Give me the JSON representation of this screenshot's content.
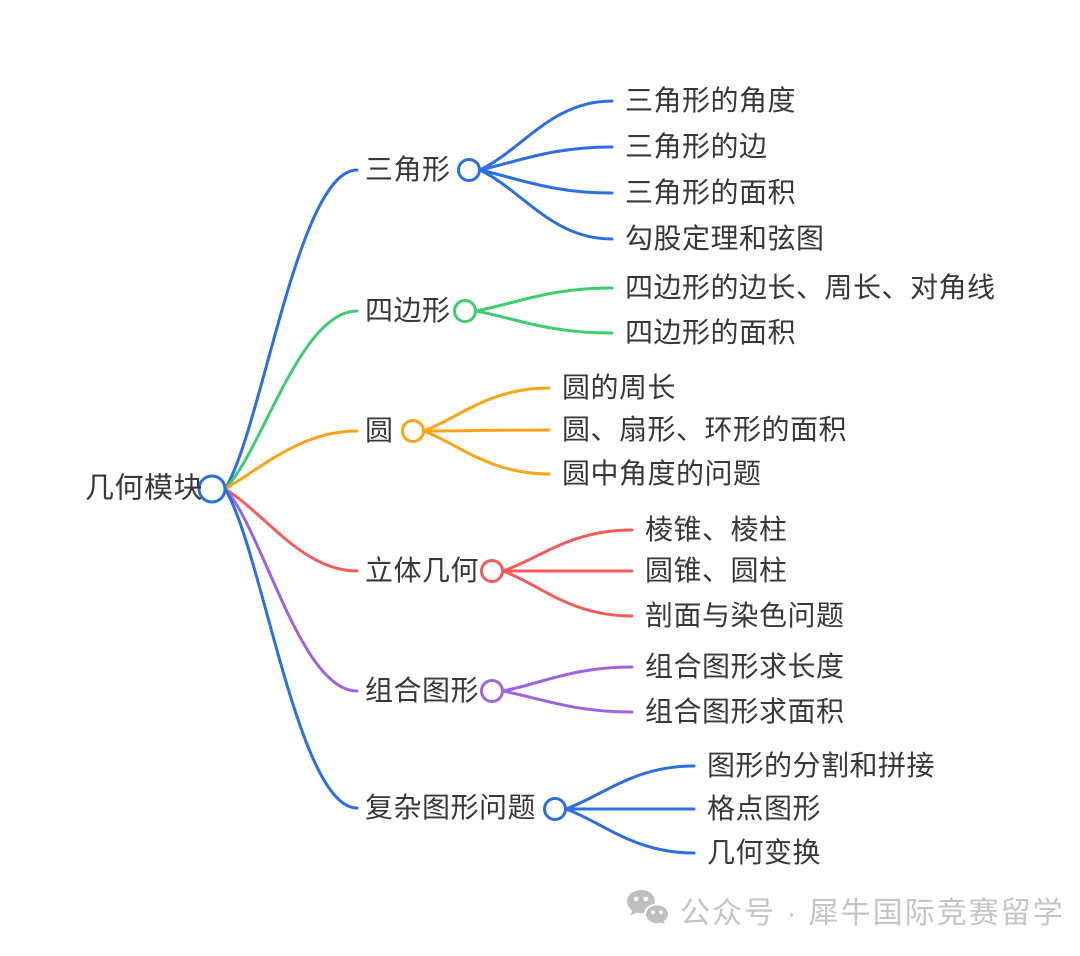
{
  "colors": {
    "blue": "#2b6fe4",
    "green": "#3ecd71",
    "orange": "#ffa216",
    "red": "#f45b5b",
    "purple": "#9d62e5",
    "text": "#383838",
    "watermark_gray": "#c4c4c4",
    "node_fill": "#ffffff"
  },
  "root": {
    "label": "几何模块"
  },
  "branches": [
    {
      "label": "三角形",
      "color": "blue",
      "children": [
        "三角形的角度",
        "三角形的边",
        "三角形的面积",
        "勾股定理和弦图"
      ]
    },
    {
      "label": "四边形",
      "color": "green",
      "children": [
        "四边形的边长、周长、对角线",
        "四边形的面积"
      ]
    },
    {
      "label": "圆",
      "color": "orange",
      "children": [
        "圆的周长",
        "圆、扇形、环形的面积",
        "圆中角度的问题"
      ]
    },
    {
      "label": "立体几何",
      "color": "red",
      "children": [
        "棱锥、棱柱",
        "圆锥、圆柱",
        "剖面与染色问题"
      ]
    },
    {
      "label": "组合图形",
      "color": "purple",
      "children": [
        "组合图形求长度",
        "组合图形求面积"
      ]
    },
    {
      "label": "复杂图形问题",
      "color": "blue",
      "children": [
        "图形的分割和拼接",
        "格点图形",
        "几何变换"
      ]
    }
  ],
  "watermark": {
    "icon": "wechat-icon",
    "text": "公众号 · 犀牛国际竞赛留学"
  }
}
